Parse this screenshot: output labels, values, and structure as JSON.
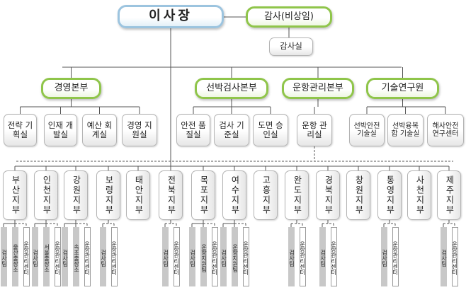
{
  "org": {
    "top": "이사장",
    "auditor": "감사(비상임)",
    "audit_office": "감사실",
    "divisions": [
      {
        "name": "경영본부",
        "units": [
          "전략 기획실",
          "인재 개발실",
          "예산 회계실",
          "경영 지원실"
        ]
      },
      {
        "name": "선박검사본부",
        "units": [
          "안전 품질실",
          "검사 기준실",
          "도면 승인실"
        ]
      },
      {
        "name": "운항관리본부",
        "units": [
          "운항 관리실"
        ]
      },
      {
        "name": "기술연구원",
        "units": [
          "선박안전 기술실",
          "선박융복합 기술실",
          "해사안전 연구센터"
        ]
      }
    ],
    "branches": [
      {
        "name": "부산지부",
        "subs": [
          "검사팀",
          "울산출장소",
          "운항관리센터"
        ]
      },
      {
        "name": "인천지부",
        "subs": [
          "검사팀",
          "서울출장소",
          "운항관리센터"
        ]
      },
      {
        "name": "강원지부",
        "subs": [
          "검사팀",
          "속초출장소",
          "운항관리센터"
        ]
      },
      {
        "name": "보령지부",
        "subs": [
          "검사팀",
          "운항관리센터"
        ]
      },
      {
        "name": "태안지부",
        "subs": []
      },
      {
        "name": "전북지부",
        "subs": [
          "검사팀",
          "운항관리센터"
        ]
      },
      {
        "name": "목포지부",
        "subs": [
          "검사팀",
          "운항지원팀",
          "운항관리센터"
        ]
      },
      {
        "name": "여수지부",
        "subs": [
          "검사팀",
          "운항지원팀",
          "운항관리센터"
        ]
      },
      {
        "name": "고흥지부",
        "subs": []
      },
      {
        "name": "완도지부",
        "subs": [
          "검사팀",
          "운항관리센터"
        ]
      },
      {
        "name": "경북지부",
        "subs": [
          "검사팀",
          "운항관리센터"
        ]
      },
      {
        "name": "창원지부",
        "subs": []
      },
      {
        "name": "통영지부",
        "subs": [
          "검사팀",
          "운항관리센터"
        ]
      },
      {
        "name": "사천지부",
        "subs": []
      },
      {
        "name": "제주지부",
        "subs": [
          "검사팀",
          "운항관리센터"
        ]
      }
    ]
  }
}
